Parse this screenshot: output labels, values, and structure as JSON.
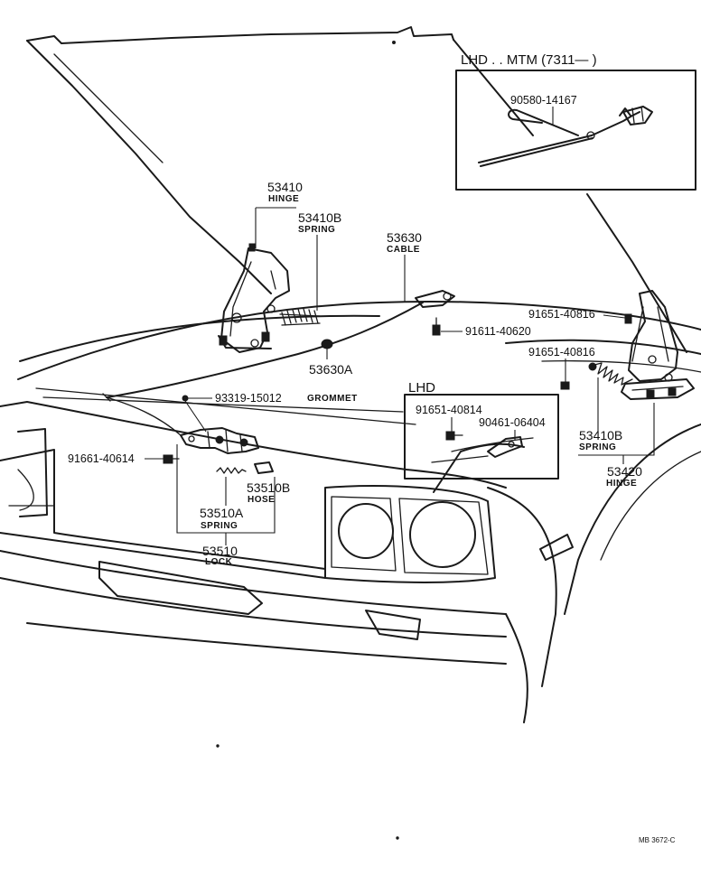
{
  "inset": {
    "title": "LHD . . MTM (7311—        )",
    "part": "90580-14167"
  },
  "lhd_box": {
    "title": "LHD",
    "part_a": "91651-40814",
    "part_b": "90461-06404"
  },
  "labels": {
    "hinge_left_no": "53410",
    "hinge_left_name": "HINGE",
    "spring_left_no": "53410B",
    "spring_left_name": "SPRING",
    "cable_no": "53630",
    "cable_name": "CABLE",
    "grommet_no": "53630A",
    "grommet_name": "GROMMET",
    "bolt_right_top": "91651-40816",
    "bolt_cable": "91611-40620",
    "bolt_right_mid": "91651-40816",
    "screw_lock": "93319-15012",
    "bolt_lock": "91661-40614",
    "hose_no": "53510B",
    "hose_name": "HOSE",
    "lock_spring_no": "53510A",
    "lock_spring_name": "SPRING",
    "lock_no": "53510",
    "lock_name": "LOCK",
    "spring_right_no": "53410B",
    "spring_right_name": "SPRING",
    "hinge_right_no": "53420",
    "hinge_right_name": "HINGE"
  },
  "ref_code": "MB 3672-C"
}
